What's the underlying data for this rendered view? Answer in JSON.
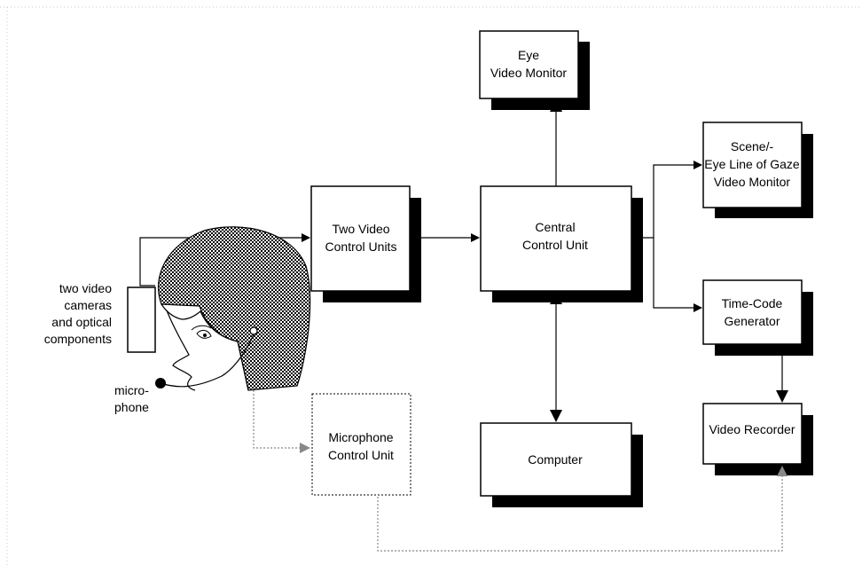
{
  "diagram": {
    "boxes": {
      "eye_monitor": [
        "Eye",
        "Video Monitor"
      ],
      "scene_monitor": [
        "Scene/-",
        "Eye Line of Gaze",
        "Video Monitor"
      ],
      "video_control": [
        "Two Video",
        "Control Units"
      ],
      "central": [
        "Central",
        "Control Unit"
      ],
      "timecode": [
        "Time-Code",
        "Generator"
      ],
      "computer": [
        "Computer"
      ],
      "recorder": [
        "Video Recorder"
      ],
      "mic_control": [
        "Microphone",
        "Control Unit"
      ]
    },
    "labels": {
      "cameras": [
        "two video",
        "cameras",
        "and optical",
        "components"
      ],
      "microphone": [
        "micro-",
        "phone"
      ]
    }
  }
}
